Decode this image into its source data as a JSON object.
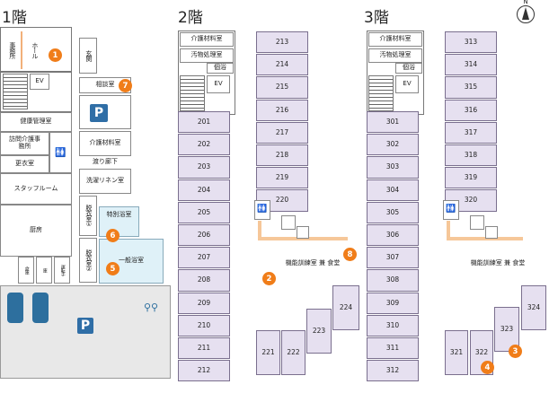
{
  "floors": [
    {
      "label": "1階"
    },
    {
      "label": "2階"
    },
    {
      "label": "3階"
    }
  ],
  "floor1": {
    "office": "事務所",
    "hall": "ホール",
    "entrance": "玄関",
    "ev": "EV",
    "consult": "相談室",
    "health": "健康管理室",
    "visit_care": "訪問介護事務所",
    "changing": "更衣室",
    "staff": "スタッフルーム",
    "care_supply": "介護材料室",
    "corridor": "渡り廊下",
    "linen": "洗濯リネン室",
    "kitchen": "厨房",
    "undress1": "脱衣室①",
    "undress2": "脱衣室②",
    "special_bath": "特別浴室",
    "general_bath": "一般浴室",
    "small1": "倉庫",
    "small2": "庫",
    "small3": "運転手",
    "parking": "P"
  },
  "floor2": {
    "care_supply": "介護材料室",
    "waste": "汚物処理室",
    "bath": "個浴",
    "ev": "EV",
    "training": "機能訓練室 兼 食堂",
    "rooms_left": [
      "201",
      "202",
      "203",
      "204",
      "205",
      "206",
      "207",
      "208",
      "209",
      "210",
      "211",
      "212"
    ],
    "rooms_right": [
      "213",
      "214",
      "215",
      "216",
      "217",
      "218",
      "219",
      "220"
    ],
    "room_221": "221",
    "room_222": "222",
    "room_223": "223",
    "room_224": "224"
  },
  "floor3": {
    "care_supply": "介護材料室",
    "waste": "汚物処理室",
    "bath": "個浴",
    "ev": "EV",
    "training": "機能訓練室 兼 食堂",
    "rooms_left": [
      "301",
      "302",
      "303",
      "304",
      "305",
      "306",
      "307",
      "308",
      "309",
      "310",
      "311",
      "312"
    ],
    "rooms_right": [
      "313",
      "314",
      "315",
      "316",
      "317",
      "318",
      "319",
      "320"
    ],
    "room_321": "321",
    "room_322": "322",
    "room_323": "323",
    "room_324": "324"
  },
  "markers": [
    "1",
    "2",
    "3",
    "4",
    "5",
    "6",
    "7",
    "8"
  ],
  "compass": "N",
  "colors": {
    "marker": "#f07d19",
    "room_purple": "#e6e0f0",
    "bath_blue": "#dff1f8",
    "parking": "#2f6ea6"
  }
}
